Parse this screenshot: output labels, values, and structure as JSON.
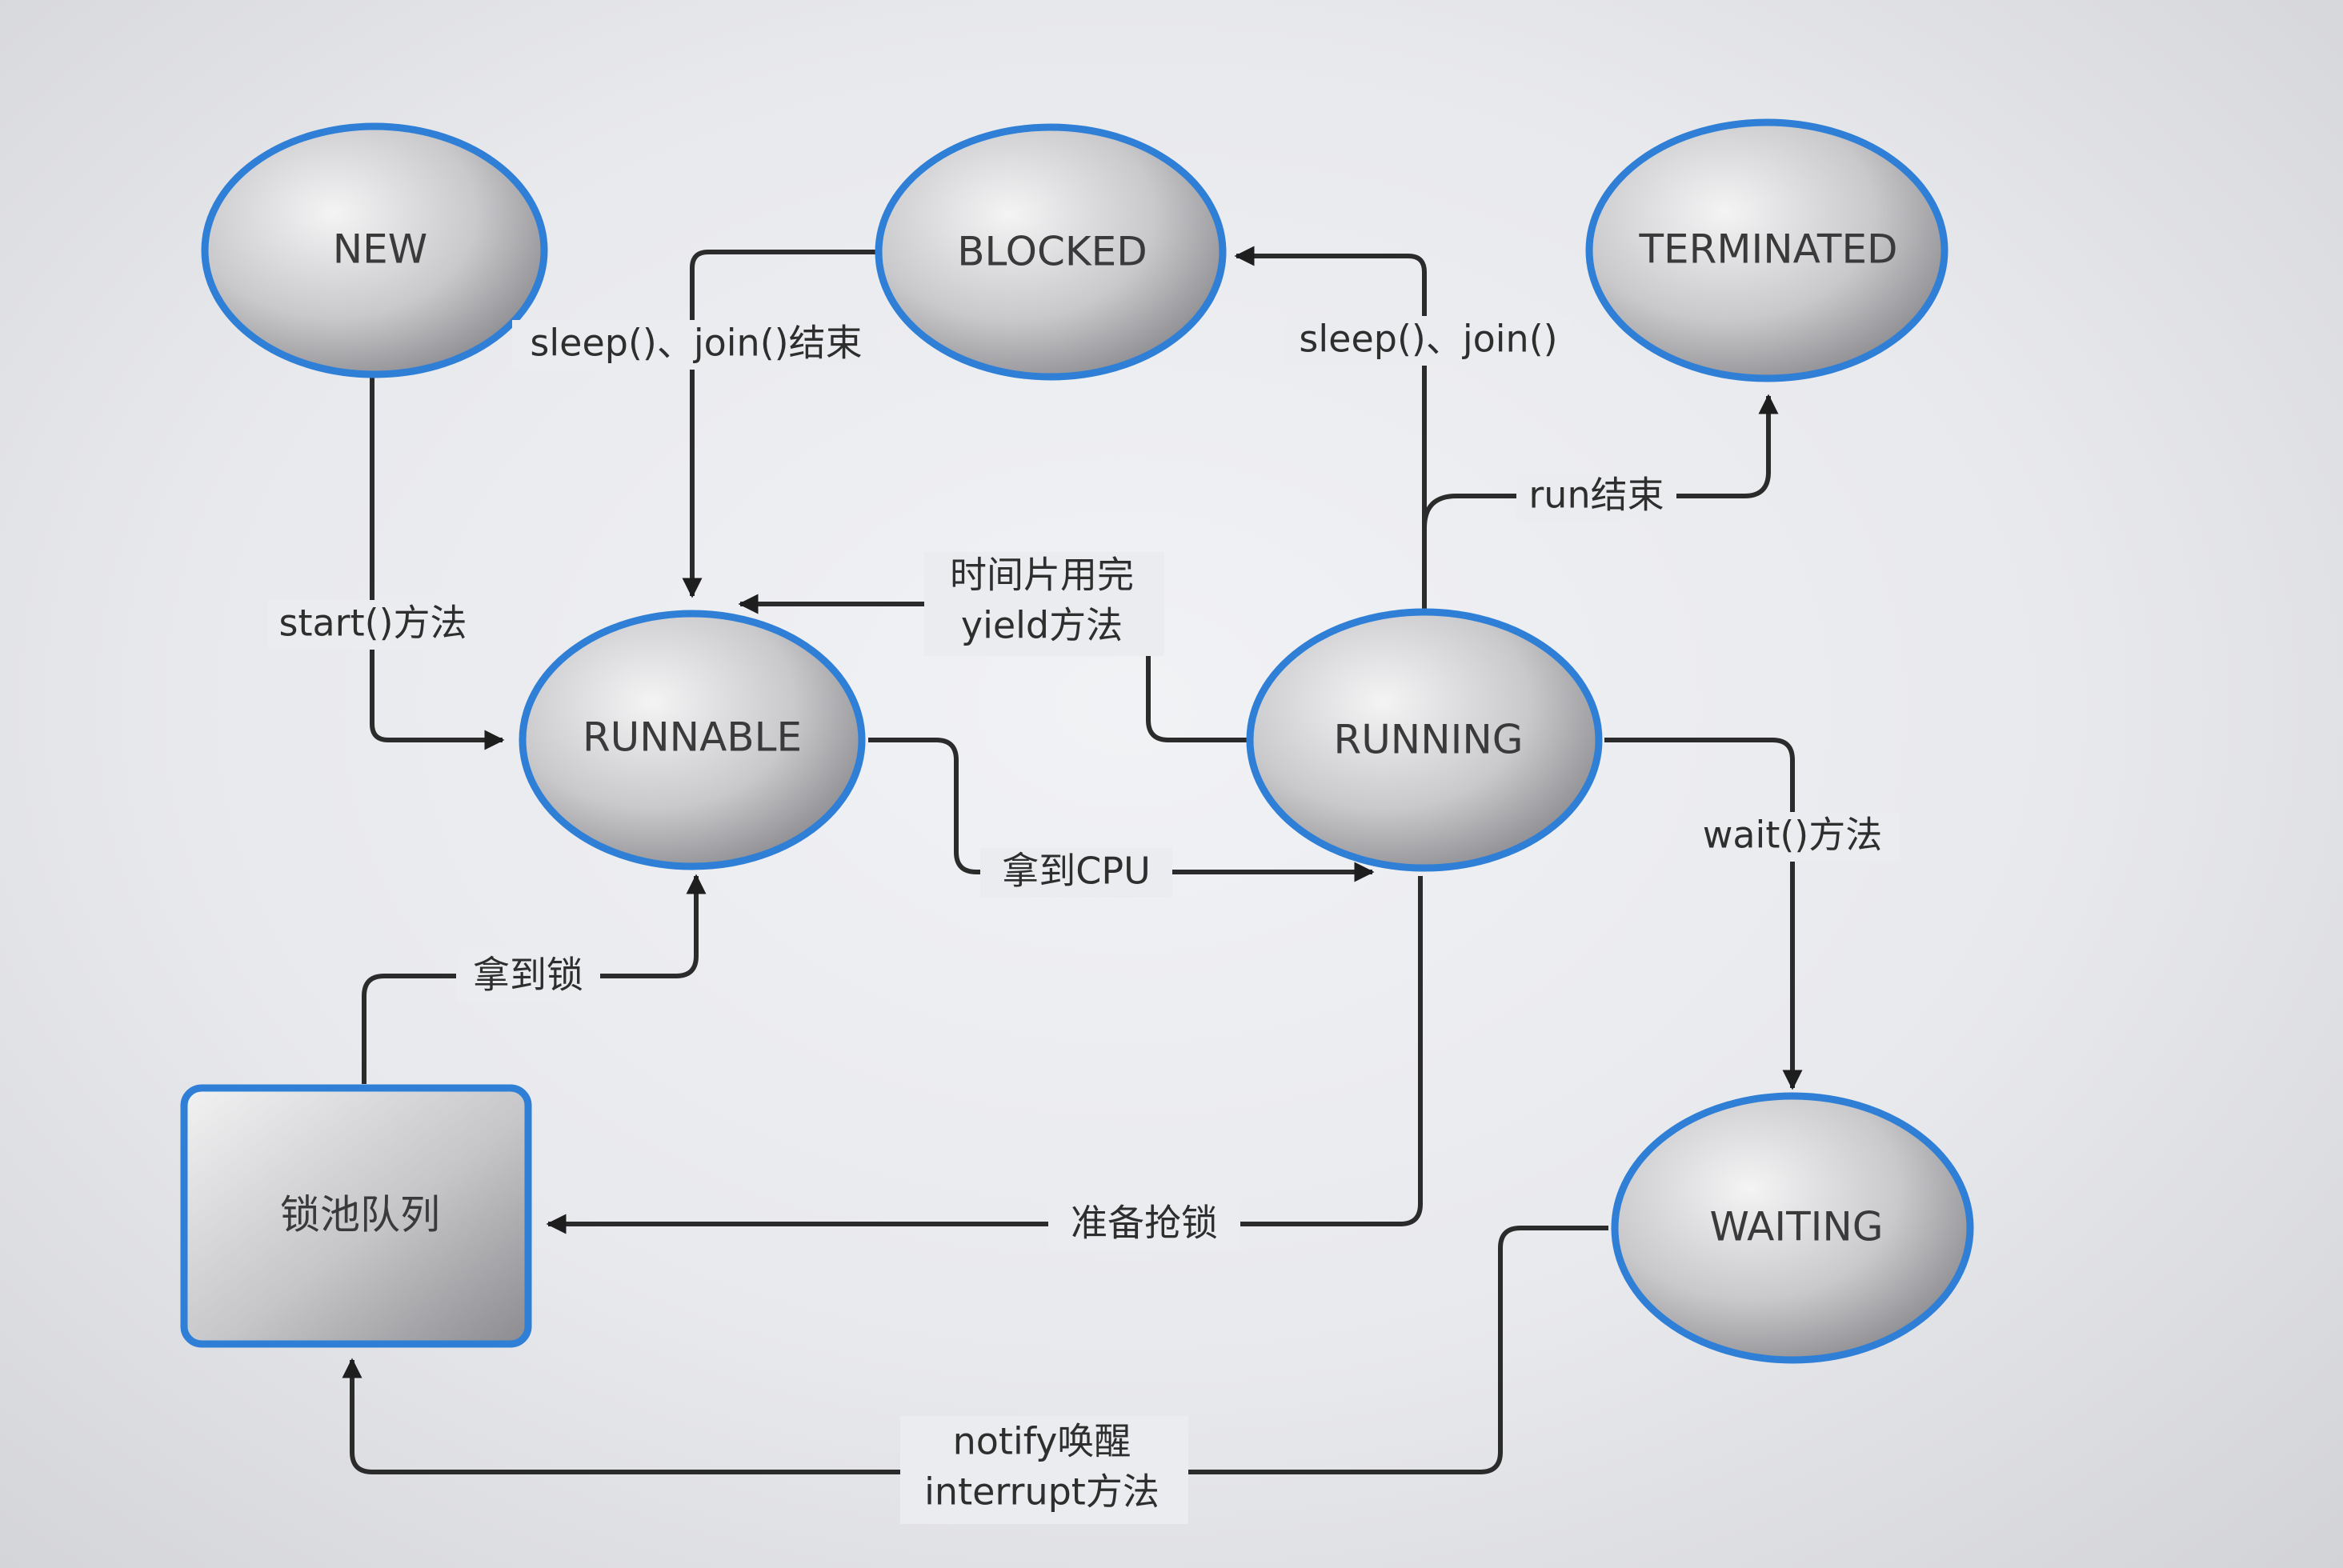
{
  "nodes": {
    "new": "NEW",
    "blocked": "BLOCKED",
    "terminated": "TERMINATED",
    "runnable": "RUNNABLE",
    "running": "RUNNING",
    "lock_pool": "锁池队列",
    "waiting": "WAITING"
  },
  "edges": {
    "start": "start()方法",
    "sleep_join_end": "sleep()、join()结束",
    "sleep_join": "sleep()、join()",
    "run_end": "run结束",
    "timeslice": "时间片用完",
    "yield": "yield方法",
    "get_cpu": "拿到CPU",
    "wait": "wait()方法",
    "get_lock": "拿到锁",
    "prepare_lock": "准备抢锁",
    "notify": "notify唤醒",
    "interrupt": "interrupt方法"
  },
  "colors": {
    "node_border": "#2f7fd6",
    "edge": "#2b2b2b",
    "background": "#e8e9ed"
  }
}
